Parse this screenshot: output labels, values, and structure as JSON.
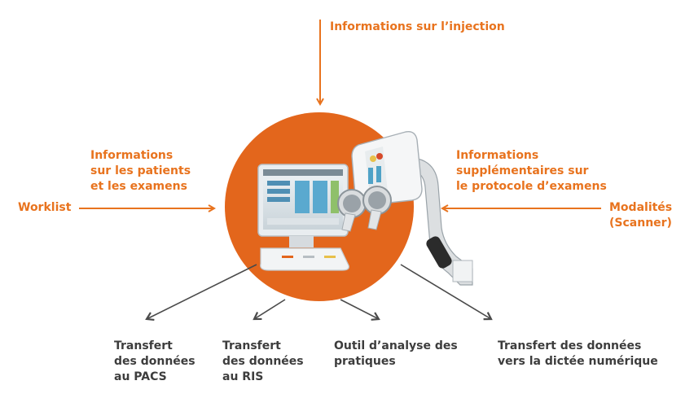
{
  "colors": {
    "accent": "#e8731e",
    "circle": "#e3661c",
    "text_dark": "#3d3d3d",
    "arrow_dark": "#4a4a4a"
  },
  "inputs": {
    "injection": "Informations sur l’injection",
    "patients": [
      "Informations",
      "sur les patients",
      "et les examens"
    ],
    "worklist": "Worklist",
    "protocole": [
      "Informations",
      "supplémentaires sur",
      "le protocole d’examens"
    ],
    "modalites": [
      "Modalités",
      "(Scanner)"
    ]
  },
  "outputs": {
    "pacs": [
      "Transfert",
      "des données",
      "au PACS"
    ],
    "ris": [
      "Transfert",
      "des données",
      "au RIS"
    ],
    "outil": [
      "Outil d’analyse des",
      "pratiques"
    ],
    "dictee": [
      "Transfert des données",
      "vers la dictée numérique"
    ]
  }
}
